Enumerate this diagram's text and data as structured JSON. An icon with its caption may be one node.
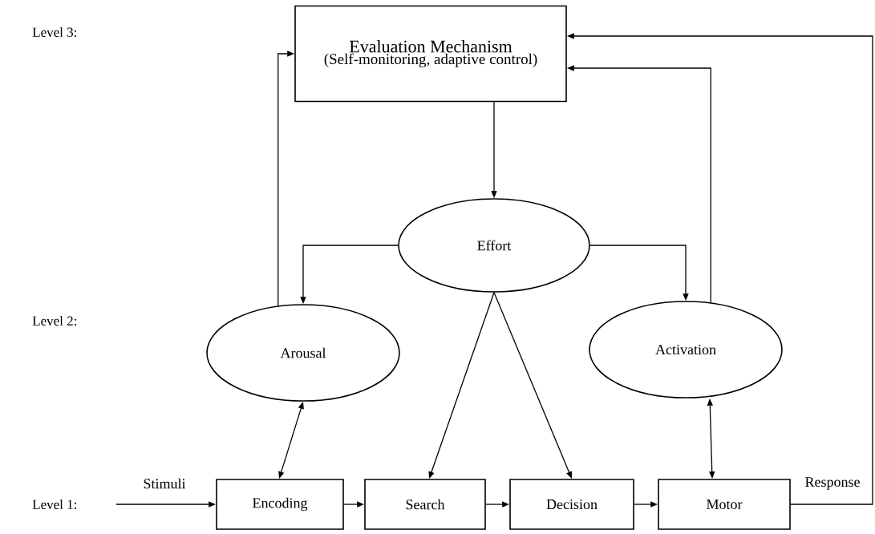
{
  "diagram": {
    "nodes": [
      {
        "text": [
          "Evaluation Mechanism",
          "(Self-monitoring, adaptive control)"
        ]
      },
      {
        "text": [
          "Effort"
        ]
      },
      {
        "text": [
          "Arousal"
        ]
      },
      {
        "text": [
          "Activation"
        ]
      },
      {
        "text": [
          "Encoding"
        ]
      },
      {
        "text": [
          "Search"
        ]
      },
      {
        "text": [
          "Decision"
        ]
      },
      {
        "text": [
          "Motor"
        ]
      }
    ],
    "edges": [
      {
        "from": 0,
        "to": 1,
        "arrow": "to"
      },
      {
        "from": 1,
        "to": 2,
        "arrow": "to"
      },
      {
        "from": 1,
        "to": 3,
        "arrow": "to"
      },
      {
        "from": 2,
        "to": 0,
        "arrow": "to"
      },
      {
        "from": 3,
        "to": 0,
        "arrow": "to"
      },
      {
        "from": 1,
        "to": 5,
        "arrow": "to"
      },
      {
        "from": 1,
        "to": 6,
        "arrow": "to"
      },
      {
        "from": 2,
        "to": 4,
        "arrow": "both"
      },
      {
        "from": 3,
        "to": 7,
        "arrow": "both"
      },
      {
        "from": null,
        "to": 4,
        "arrow": "to",
        "label": "Stimuli"
      },
      {
        "from": 4,
        "to": 5,
        "arrow": "to"
      },
      {
        "from": 5,
        "to": 6,
        "arrow": "to"
      },
      {
        "from": 6,
        "to": 7,
        "arrow": "to"
      },
      {
        "from": 7,
        "to": 0,
        "arrow": "to",
        "label": "Response"
      }
    ],
    "labels": [
      "Level 3:",
      "Level 2:",
      "Level 1:"
    ]
  }
}
